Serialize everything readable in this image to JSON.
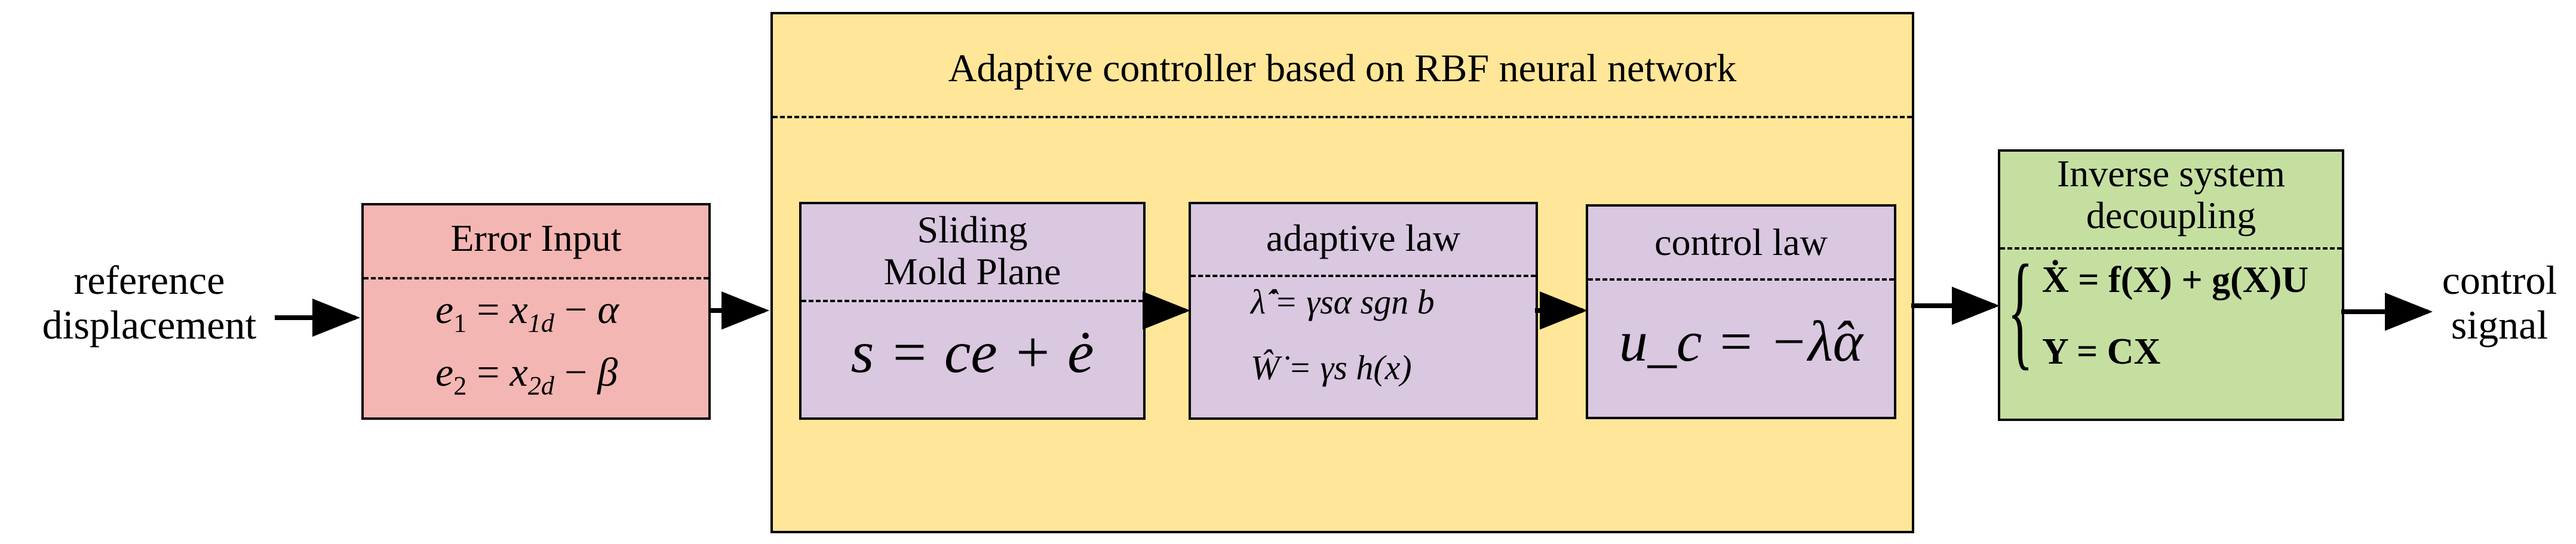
{
  "input_label": "reference\ndisplacement",
  "output_label": "control\nsignal",
  "error_box": {
    "title": "Error Input",
    "eq1": {
      "lhs": "e",
      "lhs_sub": "1",
      "rhs": "x",
      "rhs_sub": "1d",
      "term": "α"
    },
    "eq2": {
      "lhs": "e",
      "lhs_sub": "2",
      "rhs": "x",
      "rhs_sub": "2d",
      "term": "β"
    }
  },
  "controller": {
    "title": "Adaptive controller based on RBF neural network",
    "sliding": {
      "title": "Sliding\nMold Plane",
      "eq": "s = ce + ė"
    },
    "adaptive": {
      "title": "adaptive law",
      "eq1": "λ̂̇ = γsα sgn b",
      "eq2": "Ŵ̇ = γs h(x)"
    },
    "control": {
      "title": "control law",
      "eq": "u_c = −λ̂α"
    }
  },
  "inverse_box": {
    "title": "Inverse system\ndecoupling",
    "eq1": "Ẋ = f(X) + g(X)U",
    "eq2": "Y = CX"
  },
  "colors": {
    "error_fill": "#F4B6B3",
    "controller_fill": "#FFE699",
    "inner_fill": "#D9C8E0",
    "inverse_fill": "#C5DFA1"
  }
}
